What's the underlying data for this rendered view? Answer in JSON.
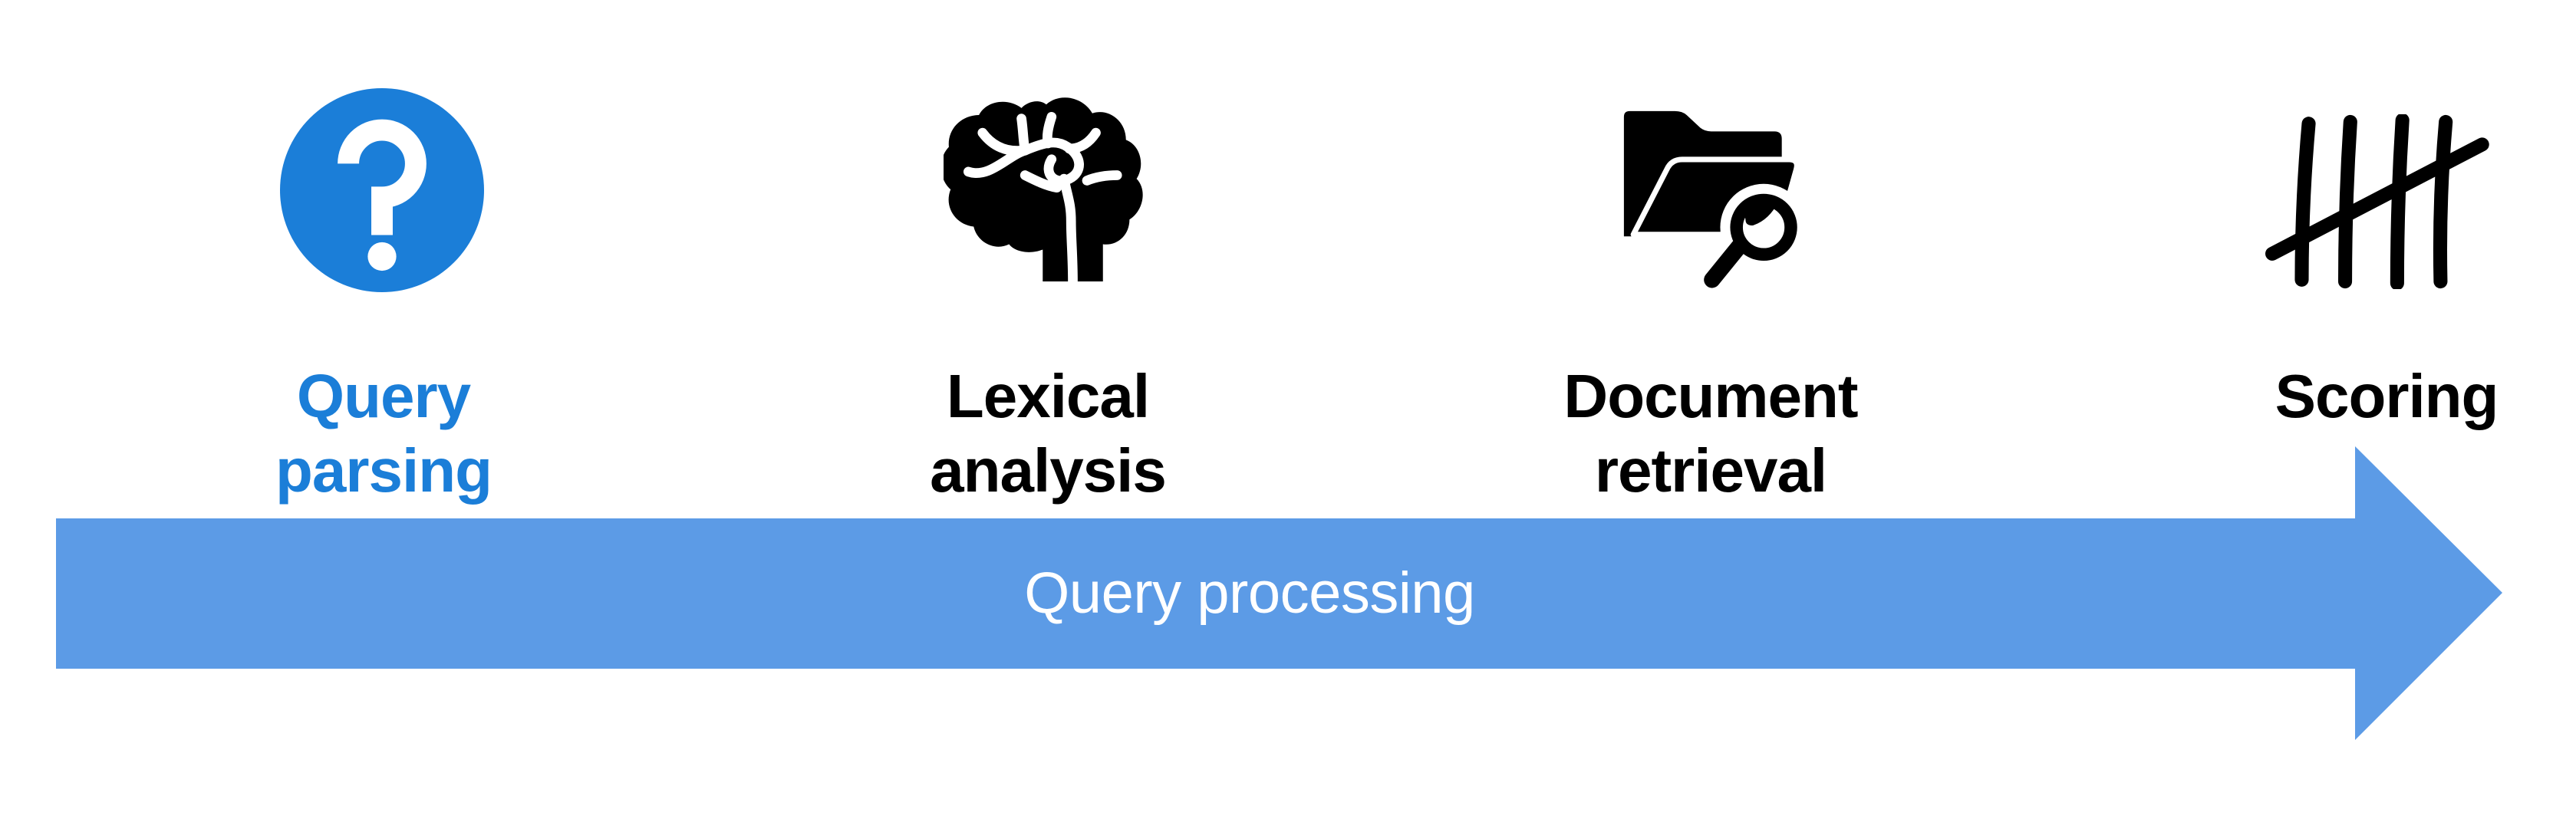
{
  "steps": [
    {
      "label": "Query\nparsing",
      "icon": "question-mark-circle-icon",
      "highlighted": true
    },
    {
      "label": "Lexical\nanalysis",
      "icon": "brain-icon",
      "highlighted": false
    },
    {
      "label": "Document\nretrieval",
      "icon": "folder-search-icon",
      "highlighted": false
    },
    {
      "label": "Scoring",
      "icon": "tally-marks-icon",
      "highlighted": false
    }
  ],
  "arrow": {
    "label": "Query processing",
    "direction": "right"
  },
  "colors": {
    "accent_blue": "#1B7ED8",
    "arrow_blue": "#5C9BE6",
    "icon_black": "#000000",
    "text_dark": "#000000",
    "text_light": "#FFFFFF",
    "background": "#FFFFFF"
  }
}
